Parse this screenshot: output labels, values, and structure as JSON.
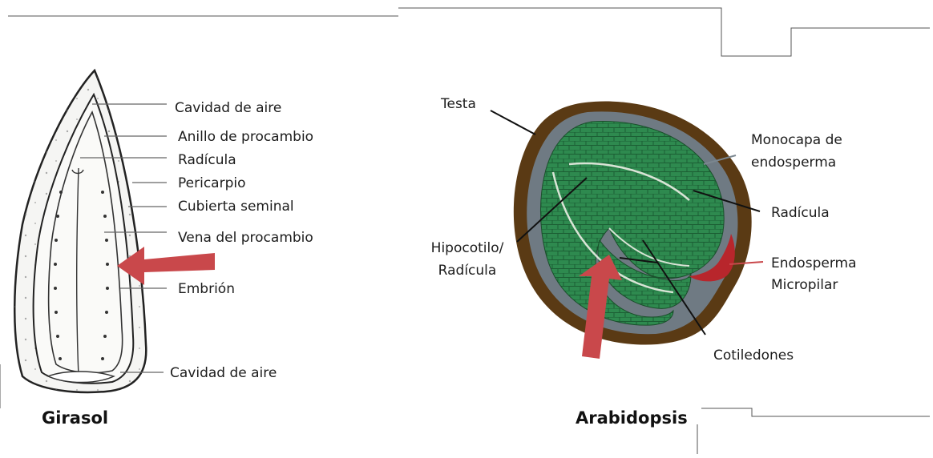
{
  "girasol": {
    "caption": "Girasol",
    "labels": {
      "air_cavity_top": "Cavidad de aire",
      "procambium_ring": "Anillo de procambio",
      "radicle": "Radícula",
      "pericarp": "Pericarpio",
      "seed_coat": "Cubierta seminal",
      "procambium_vein": "Vena del procambio",
      "embryo": "Embrión",
      "air_cavity_bottom": "Cavidad de aire"
    }
  },
  "arabidopsis": {
    "caption": "Arabidopsis",
    "labels": {
      "testa": "Testa",
      "endosperm_monolayer_1": "Monocapa de",
      "endosperm_monolayer_2": "endosperma",
      "radicle": "Radícula",
      "hypocotyl_1": "Hipocotilo/",
      "hypocotyl_2": "Radícula",
      "micropylar_1": "Endosperma",
      "micropylar_2": "Micropilar",
      "cotyledons": "Cotiledones"
    }
  },
  "colors": {
    "arrow": "#c9484b",
    "testa": "#5a3a14",
    "endosperm": "#6f7a83",
    "embryo": "#2e8a4f",
    "micropylar": "#b8262c"
  }
}
